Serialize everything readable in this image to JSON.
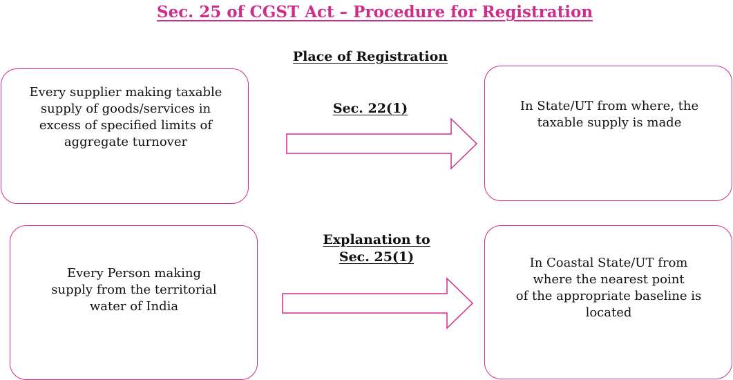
{
  "title": "Sec. 25 of CGST Act – Procedure for Registration",
  "sections": {
    "place_heading": "Place of Registration"
  },
  "rows": [
    {
      "source_lines": [
        "Every supplier making taxable",
        "supply of goods/services in",
        "excess of specified limits of",
        "aggregate turnover"
      ],
      "arrow_label_lines": [
        "Sec. 22(1)"
      ],
      "target_lines": [
        "In State/UT from where, the",
        "taxable supply is made"
      ]
    },
    {
      "source_lines": [
        "Every Person making",
        "supply from the territorial",
        "water of India"
      ],
      "arrow_label_lines": [
        "Explanation to",
        "Sec. 25(1)"
      ],
      "target_lines": [
        "In Coastal State/UT from",
        "where the nearest point",
        "of the appropriate baseline is",
        "located"
      ]
    }
  ],
  "colors": {
    "title": "#cc2e8a",
    "box_border": "#d22c8c",
    "arrow_stroke": "#d22c8c"
  }
}
